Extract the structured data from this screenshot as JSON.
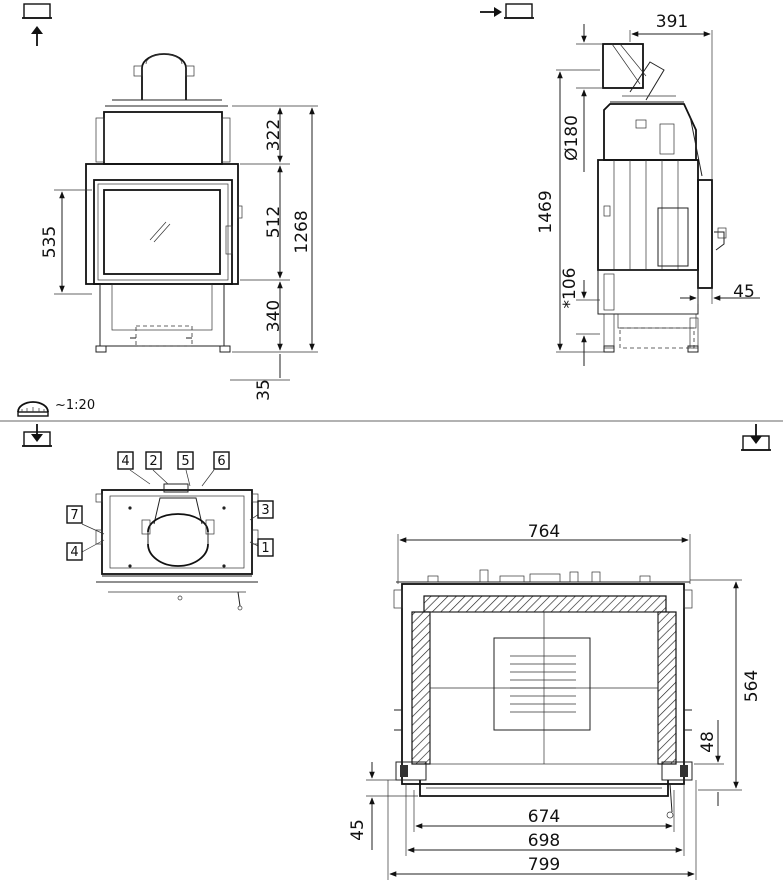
{
  "scale": "~1:20",
  "front_view": {
    "dims": {
      "top_section": "322",
      "door_height": "512",
      "bottom_section": "340",
      "total_height": "1268",
      "feet": "35",
      "glass_height": "535"
    }
  },
  "side_view": {
    "dims": {
      "top_offset": "391",
      "flue_diameter": "Ø180",
      "total_height": "1469",
      "air_inlet": "*106",
      "door_projection": "45"
    }
  },
  "top_view": {
    "callouts": [
      "1",
      "2",
      "3",
      "4",
      "4",
      "5",
      "6",
      "7"
    ]
  },
  "plan_view": {
    "dims": {
      "outer_top": "764",
      "depth": "564",
      "front_offset": "48",
      "front_depth": "45",
      "inner_width": "674",
      "middle_width": "698",
      "total_width": "799"
    }
  },
  "icons": [
    "view-from-above-icon",
    "view-from-side-icon",
    "view-from-top-icon",
    "view-section-icon",
    "scale-ruler-icon"
  ]
}
